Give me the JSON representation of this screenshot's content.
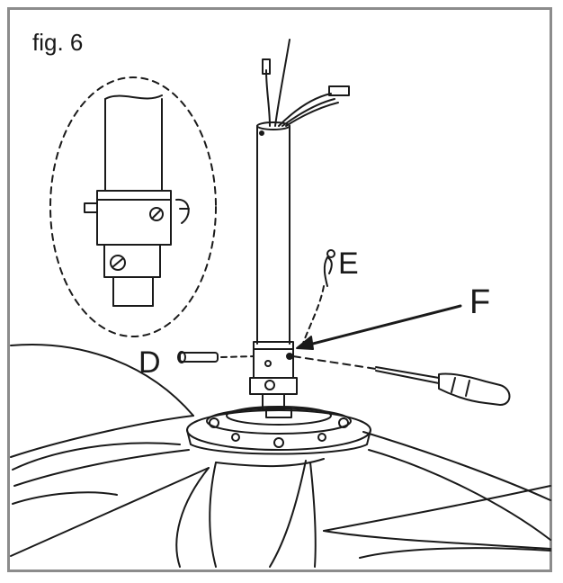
{
  "figure": {
    "label": "fig. 6",
    "callouts": {
      "d": "D",
      "e": "E",
      "f": "F"
    }
  },
  "colors": {
    "line": "#1a1a1a",
    "frame": "#8c8c8c",
    "background": "#ffffff"
  },
  "icons": [
    "downrod-icon",
    "wire-leads-icon",
    "screwdriver-icon",
    "clevis-pin-icon",
    "hairpin-clip-icon",
    "set-screw-icon",
    "motor-housing-icon",
    "fan-blade-icon"
  ]
}
